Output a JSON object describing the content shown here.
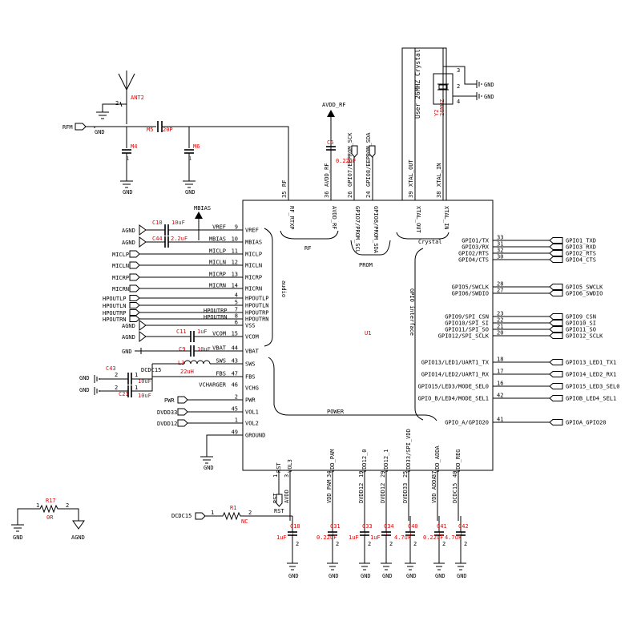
{
  "title": "",
  "chip": {
    "ref": "U1",
    "top_pins": [
      {
        "num": "35",
        "ext": "RF",
        "int": "RF_RTXP"
      },
      {
        "num": "36",
        "ext": "AVDD_RF",
        "int": "AVDD_RF"
      },
      {
        "num": "26",
        "ext": "GPIO7/EEPROM_SCK",
        "int": "GPIO7/PROM_SCL"
      },
      {
        "num": "24",
        "ext": "GPIO8/EEPROM_SDA",
        "int": "GPIO8/PROM_SDA"
      },
      {
        "num": "39",
        "ext": "XTAL_OUT",
        "int": "XTAL_OUT"
      },
      {
        "num": "38",
        "ext": "XTAL_IN",
        "int": "XTAL_IN"
      }
    ],
    "left_pins": [
      {
        "num": "9",
        "name": "VREF",
        "net": "VREF"
      },
      {
        "num": "10",
        "name": "MBIAS",
        "net": "MBIAS"
      },
      {
        "num": "11",
        "name": "MICLP",
        "net": "MICLP"
      },
      {
        "num": "12",
        "name": "MICLN",
        "net": "MICLN"
      },
      {
        "num": "13",
        "name": "MICRP",
        "net": "MICRP"
      },
      {
        "num": "14",
        "name": "MICRN",
        "net": "MICRN"
      },
      {
        "num": "4",
        "name": "HPOUTLP",
        "net": ""
      },
      {
        "num": "5",
        "name": "HPOUTLN",
        "net": ""
      },
      {
        "num": "7",
        "name": "HPOUTRP",
        "net": "HPOUTRP"
      },
      {
        "num": "8",
        "name": "HPOUTRN",
        "net": "HPOUTRN"
      },
      {
        "num": "6",
        "name": "VSS",
        "net": ""
      },
      {
        "num": "15",
        "name": "VCOM",
        "net": "VCOM"
      },
      {
        "num": "44",
        "name": "VBAT",
        "net": "VBAT"
      },
      {
        "num": "43",
        "name": "SWS",
        "net": "SWS"
      },
      {
        "num": "47",
        "name": "FBS",
        "net": "FBS"
      },
      {
        "num": "46",
        "name": "VCHG",
        "net": "VCHARGER"
      },
      {
        "num": "2",
        "name": "PWR",
        "net": "PWR"
      },
      {
        "num": "45",
        "name": "VOL1",
        "net": "DVDD33"
      },
      {
        "num": "1",
        "name": "VOL2",
        "net": "DVDD12"
      },
      {
        "num": "49",
        "name": "GROUND",
        "net": ""
      }
    ],
    "right_pins": [
      {
        "num": "33",
        "name": "GPIO1/TX",
        "port": "GPIO1_TXD"
      },
      {
        "num": "31",
        "name": "GPIO3/RX",
        "port": "GPIO3_RXD"
      },
      {
        "num": "32",
        "name": "GPIO2/RTS",
        "port": "GPIO2_RTS"
      },
      {
        "num": "30",
        "name": "GPIO4/CTS",
        "port": "GPIO4_CTS"
      },
      {
        "num": "28",
        "name": "GPIO5/SWCLK",
        "port": "GPIO5_SWCLK"
      },
      {
        "num": "27",
        "name": "GPIO6/SWDIO",
        "port": "GPIO6_SWDIO"
      },
      {
        "num": "23",
        "name": "GPIO9/SPI_CSN",
        "port": "GPIO9_CSN"
      },
      {
        "num": "22",
        "name": "GPIO10/SPI_SI",
        "port": "GPIO10_SI"
      },
      {
        "num": "21",
        "name": "GPIO11/SPI_SO",
        "port": "GPIO11_SO"
      },
      {
        "num": "20",
        "name": "GPIO12/SPI_SCLK",
        "port": "GPIO12_SCLK"
      },
      {
        "num": "18",
        "name": "GPIO13/LED1/UART1_TX",
        "port": "GPIO13_LED1_TX1"
      },
      {
        "num": "17",
        "name": "GPIO14/LED2/UART1_RX",
        "port": "GPIO14_LED2_RX1"
      },
      {
        "num": "16",
        "name": "GPIO15/LED3/MODE_SEL0",
        "port": "GPIO15_LED3_SEL0"
      },
      {
        "num": "42",
        "name": "GPIO_B/LED4/MODE_SEL1",
        "port": "GPIOB_LED4_SEL1"
      },
      {
        "num": "41",
        "name": "GPIO_A/GPIO20",
        "port": "GPIOA_GPIO20"
      }
    ],
    "bottom_pins": [
      {
        "num": "1",
        "ext": "RST",
        "int": "RST"
      },
      {
        "num": "3",
        "ext": "AVDD",
        "int": "VOL3"
      },
      {
        "num": "34",
        "ext": "VDD_PAM",
        "int": "VDD_PAM"
      },
      {
        "num": "19",
        "ext": "DVDD12",
        "int": "VDD12_0"
      },
      {
        "num": "29",
        "ext": "DVDD12",
        "int": "VDD12_1"
      },
      {
        "num": "25",
        "ext": "DVDD33",
        "int": "VDD33/SPI_VDD"
      },
      {
        "num": "37",
        "ext": "VDD_ADDA",
        "int": "VDD_ADDA"
      },
      {
        "num": "40",
        "ext": "DCDC15",
        "int": "VDD_REG"
      }
    ],
    "groups": {
      "rf": "RF",
      "prom": "PROM",
      "crystal": "Crystal",
      "audio": "audio",
      "gpio": "GPIO interface",
      "power": "POWER"
    }
  },
  "antenna": {
    "ref": "ANT2",
    "port": "RFM",
    "m5": "M5",
    "c_20p": "20P",
    "m4": "M4",
    "m6": "M6"
  },
  "avdd_rf": {
    "net": "AVDD_RF",
    "cap_ref": "C6",
    "cap_val": "0.22uF"
  },
  "crystal": {
    "label": "User 26MHZ Crystal",
    "ref": "Y2",
    "val": "26MHZ",
    "p2": "2",
    "p3": "3",
    "p4": "4"
  },
  "left_parts": {
    "mbias_net": "MBIAS",
    "agnd": "AGND",
    "c10": "C10",
    "c10_val": "10uF",
    "c44": "C44",
    "c44_val": "2.2uF",
    "c11": "C11",
    "c11_val": "1uF",
    "c9": "C9",
    "c9_val": "10uF",
    "l3": "L3",
    "l3_val": "22uH",
    "dcdc15": "DCDC15",
    "c43": "C43",
    "c43_val": "10uF",
    "c21": "C21",
    "c21_val": "10uF",
    "hpoutlp": "HPOUTLP",
    "hpoutln": "HPOUTLN",
    "hpoutrp": "HPOUTRP",
    "hpoutrn": "HPOUTRN",
    "p1": "1",
    "p2": "2"
  },
  "bottom_caps": [
    {
      "ref": "C18",
      "val": "1uF"
    },
    {
      "ref": "C31",
      "val": "0.22uF"
    },
    {
      "ref": "C33",
      "val": "1uF"
    },
    {
      "ref": "C34",
      "val": "1uF"
    },
    {
      "ref": "C40",
      "val": "4.7uF"
    },
    {
      "ref": "C41",
      "val": "0.22uF"
    },
    {
      "ref": "C42",
      "val": "4.7uF"
    }
  ],
  "bottom_misc": {
    "rst": "RST",
    "r1": "R1",
    "r1_val": "NC",
    "dcdc15": "DCDC15",
    "r17": "R17",
    "r17_val": "0R",
    "agnd": "AGND",
    "p1": "1",
    "p2": "2"
  },
  "common": {
    "gnd": "GND"
  }
}
